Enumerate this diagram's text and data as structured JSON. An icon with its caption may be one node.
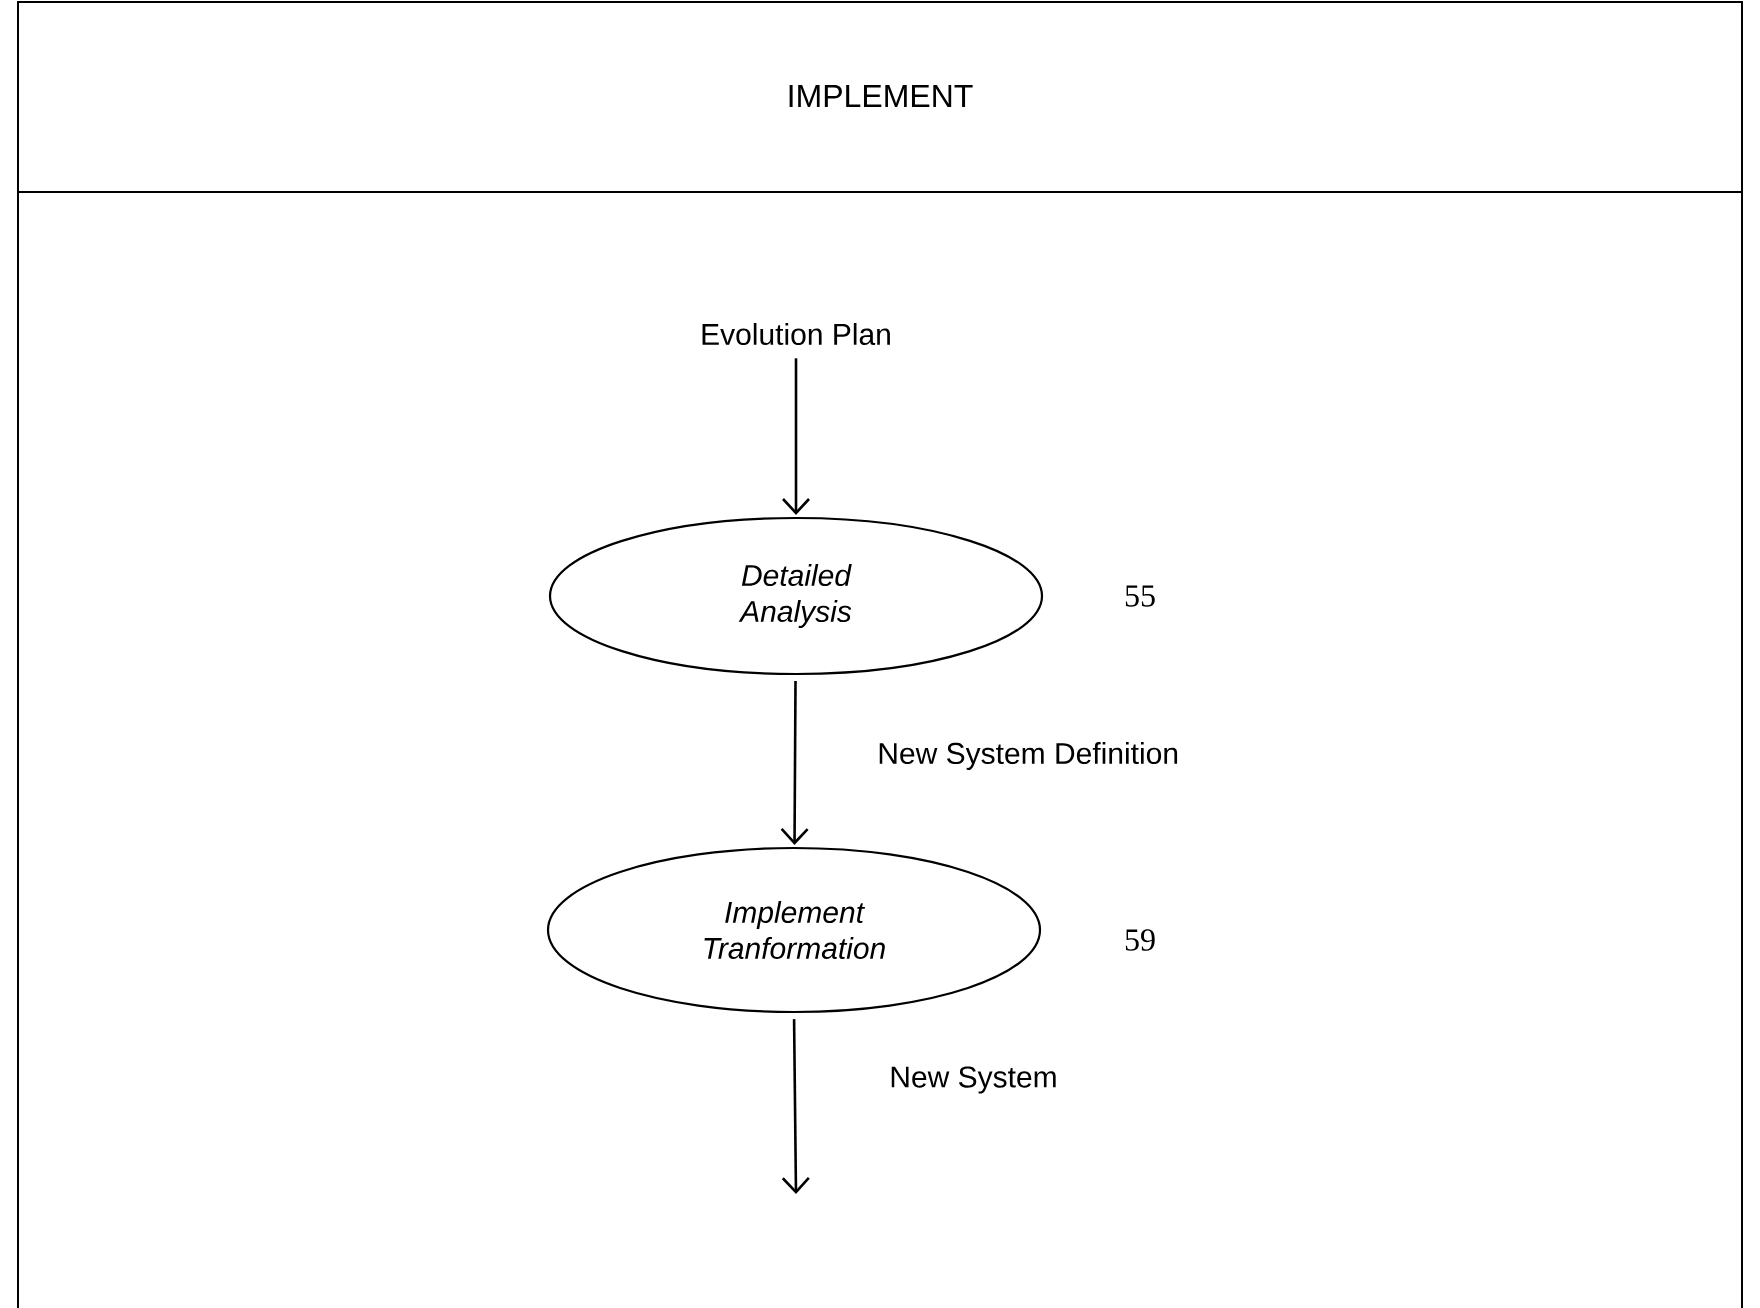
{
  "diagram": {
    "nodes": [
      {
        "text": [
          "IMPLEMENT"
        ]
      },
      {
        "text": [
          "Evolution Plan"
        ],
        "in": 0
      },
      {
        "text": [
          "Detailed Analysis"
        ],
        "in": 0,
        "beside": [
          "55"
        ]
      },
      {
        "text": [
          "Implement Tranformation"
        ],
        "in": 0,
        "beside": [
          "59"
        ]
      }
    ],
    "edges": [
      {
        "from": 1,
        "to": 2,
        "arrow": "to"
      },
      {
        "from": 2,
        "to": 3,
        "arrow": "to",
        "label": "New System Definition"
      },
      {
        "from": 3,
        "to": null,
        "arrow": "to",
        "label": "New System"
      }
    ]
  }
}
